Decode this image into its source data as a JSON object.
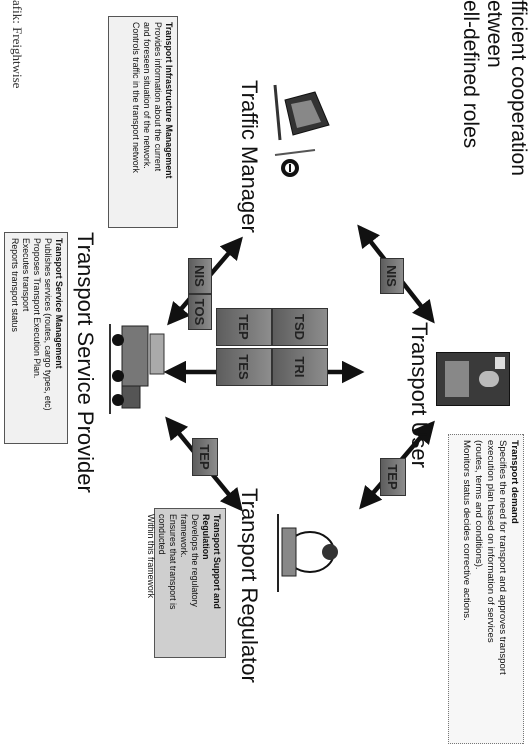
{
  "headline": {
    "line1": "fficient cooperation",
    "line2": "etween",
    "line3": "ell-defined roles"
  },
  "caption": "afik: Freightwise",
  "traffic_manager": {
    "title": "Traffic Manager",
    "heading": "Transport Infrastructure Management",
    "lines": [
      "Provides information about the current",
      "and foreseen situation of the network.",
      "Controls traffic in the transport network"
    ]
  },
  "transport_user": {
    "title": "Transport User",
    "heading": "Transport demand",
    "lines": [
      "Specifies the need for transport and approves transport",
      "execution plan based on information of services",
      "(routes, terms and conditions).",
      "Monitors status decides corrective actions."
    ]
  },
  "service_provider": {
    "title": "Transport Service Provider",
    "heading": "Transport Service Management",
    "lines": [
      "Publishes services (routes, cargo types, etc)",
      "Proposes Transport Execution Plan.",
      "Executes transport",
      "Reports transport status"
    ]
  },
  "regulator": {
    "title": "Transport Regulator",
    "heading": "Transport Support and Regulation",
    "lines": [
      "Develops the regulatory framework.",
      "Ensures that transport is conducted",
      "Within this framework"
    ]
  },
  "messages": {
    "tm_tu": "NIS",
    "tm_tsp_1": "NIS",
    "tm_tsp_2": "TOS",
    "center_1": "TSD",
    "center_2": "TEP",
    "center_3": "TES",
    "center_4": "TRI",
    "tu_tr": "TEP",
    "tsp_tr": "TEP"
  },
  "icons": {
    "traffic_manager": "traffic-signs-icon",
    "transport_user": "office-worker-icon",
    "service_provider": "freight-vehicles-icon",
    "regulator": "regulator-person-icon"
  }
}
